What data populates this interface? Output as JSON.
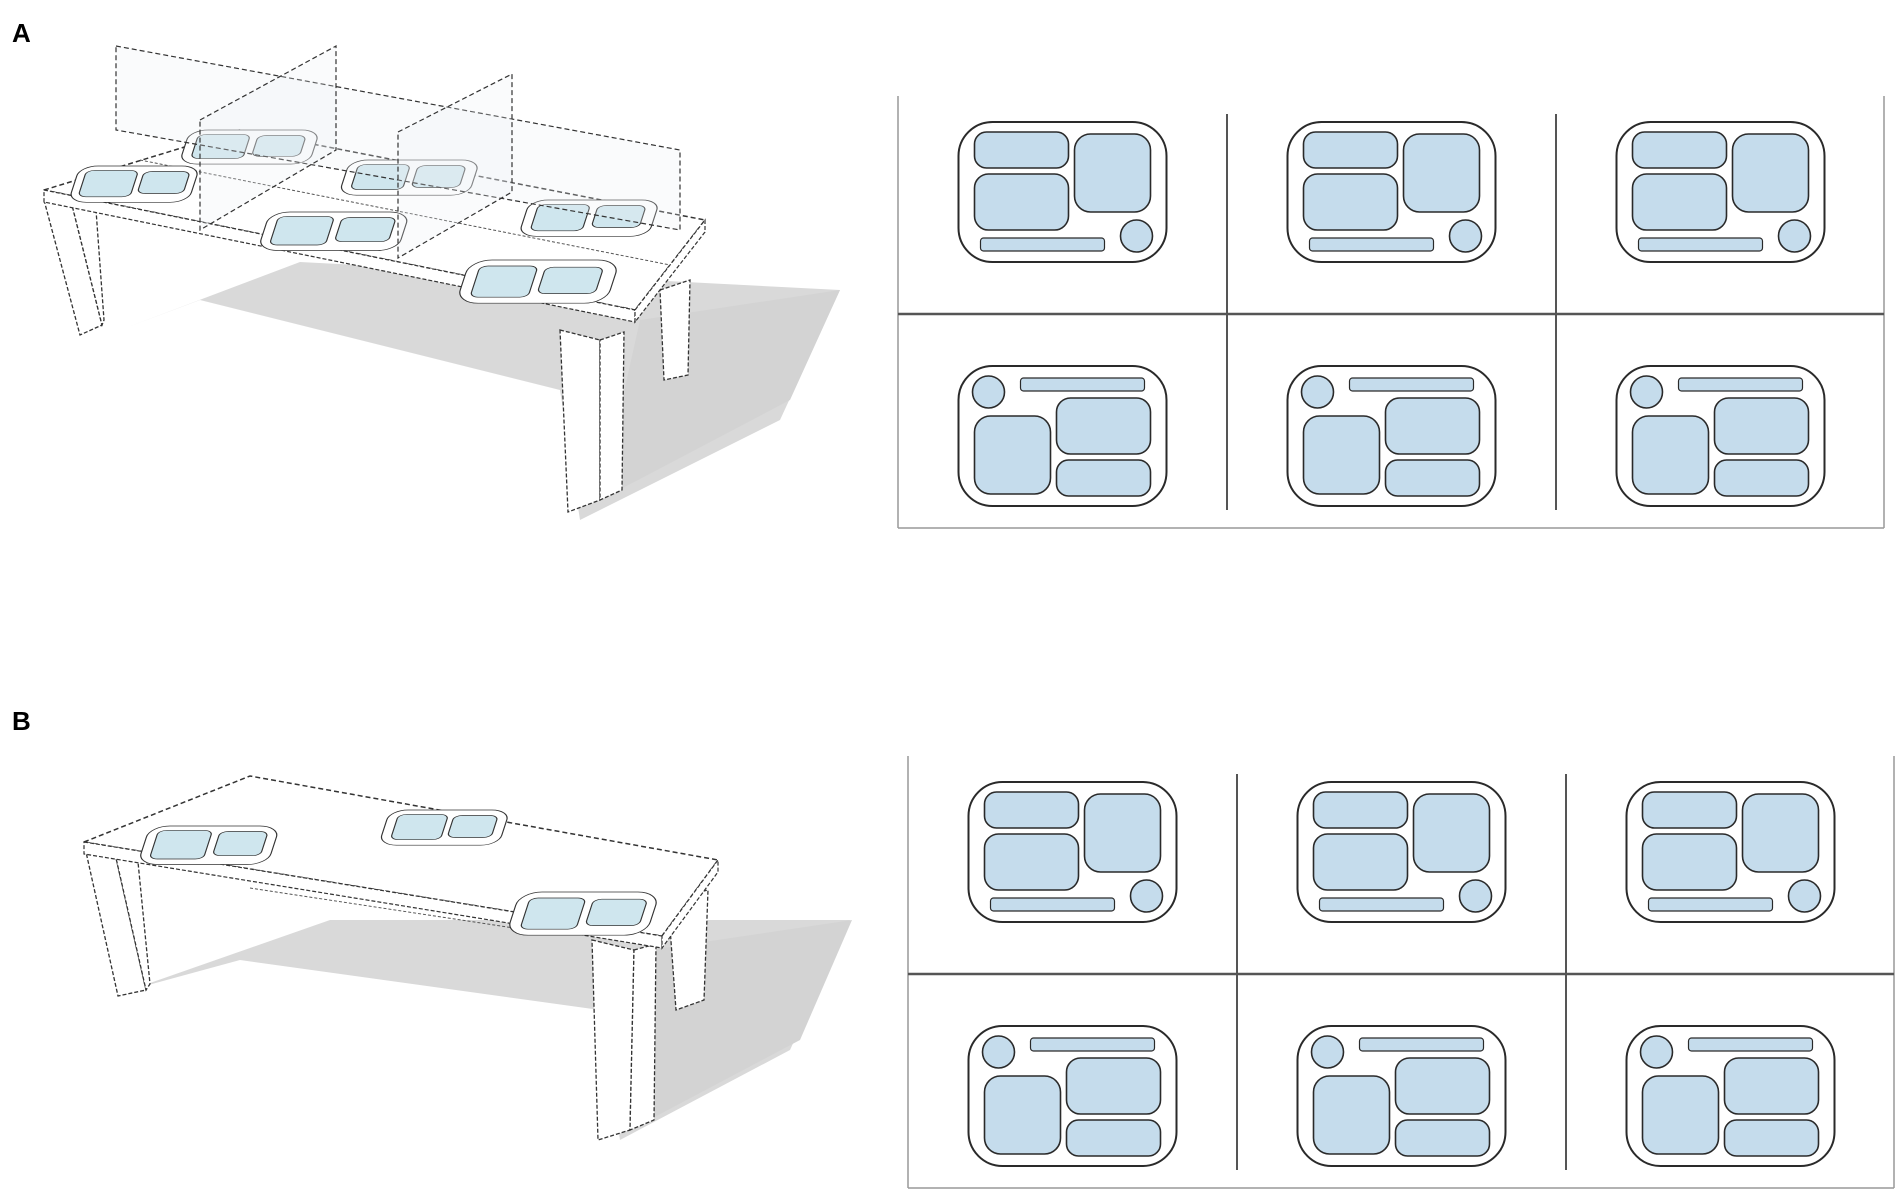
{
  "panels": {
    "a": {
      "label": "A",
      "dividers": true,
      "trays_on_table": 6
    },
    "b": {
      "label": "B",
      "dividers": false,
      "trays_on_table": 3
    }
  },
  "colors": {
    "compartment_fill": "#c5dcec",
    "line": "#2a2a2a",
    "grid_line": "#555555",
    "shadow": "#d9d9d9"
  }
}
